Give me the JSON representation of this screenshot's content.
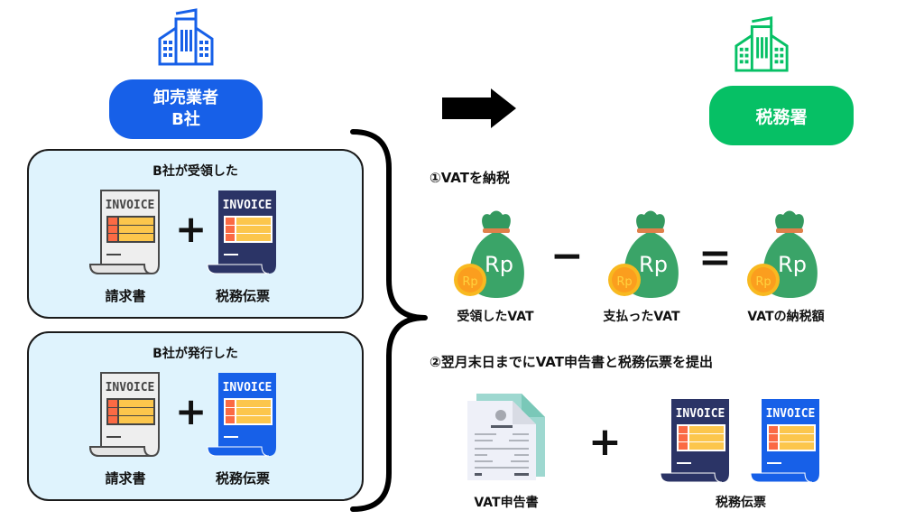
{
  "wholesaler": {
    "icon": "building-icon",
    "line1": "卸売業者",
    "line2": "B社",
    "color": "#1760e8"
  },
  "tax_office": {
    "icon": "building-icon",
    "label": "税務署",
    "color": "#06c065"
  },
  "arrow": "arrow-right-icon",
  "panels": [
    {
      "title": "B社が受領した",
      "left_doc": {
        "label": "請求書",
        "icon_text": "INVOICE",
        "style": "gray"
      },
      "plus": "+",
      "right_doc": {
        "label": "税務伝票",
        "icon_text": "INVOICE",
        "style": "navy"
      }
    },
    {
      "title": "B社が発行した",
      "left_doc": {
        "label": "請求書",
        "icon_text": "INVOICE",
        "style": "gray"
      },
      "plus": "+",
      "right_doc": {
        "label": "税務伝票",
        "icon_text": "INVOICE",
        "style": "blue"
      }
    }
  ],
  "step1": {
    "title": "①VATを納税",
    "bags": [
      {
        "label": "受領したVAT",
        "currency": "Rp"
      },
      {
        "label": "支払ったVAT",
        "currency": "Rp"
      },
      {
        "label": "VATの納税額",
        "currency": "Rp"
      }
    ],
    "minus": "−",
    "equals": "="
  },
  "step2": {
    "title": "②翌月末日までにVAT申告書と税務伝票を提出",
    "return_label": "VAT申告書",
    "plus": "+",
    "invoice_text": "INVOICE",
    "vouchers_label": "税務伝票"
  },
  "colors": {
    "navy": "#2b3466",
    "blue": "#1760e8",
    "gray_doc": "#eeeeee",
    "orange": "#fb6a44",
    "yellow": "#fcc64c",
    "bag_green": "#3aa468",
    "coin": "#f8b920"
  }
}
